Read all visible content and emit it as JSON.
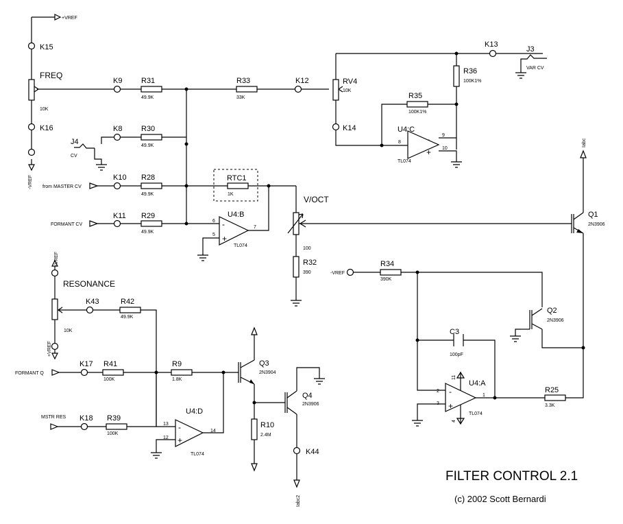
{
  "title": "FILTER CONTROL 2.1",
  "copyright": "(c) 2002 Scott Bernardi",
  "supplies": {
    "pos": "+VREF",
    "neg": "-VREF",
    "pos_v": "+VREF",
    "neg_v": "-VREF",
    "neg_r34": "-VREF",
    "neg_res": "-VREF",
    "pos_res": "+VREF"
  },
  "controls": {
    "freq": "FREQ",
    "resonance": "RESONANCE",
    "freq_val": "10K",
    "res_val": "10K",
    "voct": "V/OCT",
    "voct_val": "100"
  },
  "inputs": {
    "master_cv": "from MASTER CV",
    "formant_cv": "FORMANT CV",
    "formant_q": "FORMANT Q",
    "mstr_res": "MSTR RES",
    "cv": "CV",
    "var_cv": "VAR CV"
  },
  "outputs": {
    "iabc": "Iabc",
    "iabc2": "Iabc2"
  },
  "connectors": {
    "k15": "K15",
    "k16": "K16",
    "k9": "K9",
    "k8": "K8",
    "k10": "K10",
    "k11": "K11",
    "k12": "K12",
    "k13": "K13",
    "k14": "K14",
    "k43": "K43",
    "k17": "K17",
    "k18": "K18",
    "k44": "K44",
    "j3": "J3",
    "j4": "J4"
  },
  "resistors": {
    "r31": {
      "ref": "R31",
      "val": "49.9K"
    },
    "r30": {
      "ref": "R30",
      "val": "49.9K"
    },
    "r28": {
      "ref": "R28",
      "val": "49.9K"
    },
    "r29": {
      "ref": "R29",
      "val": "49.9K"
    },
    "r33": {
      "ref": "R33",
      "val": "33K"
    },
    "r36": {
      "ref": "R36",
      "val": "100K1%"
    },
    "r35": {
      "ref": "R35",
      "val": "100K1%"
    },
    "rv4": {
      "ref": "RV4",
      "val": "10K"
    },
    "rtc1": {
      "ref": "RTC1",
      "val": "1K"
    },
    "r32": {
      "ref": "R32",
      "val": "390"
    },
    "r34": {
      "ref": "R34",
      "val": "390K"
    },
    "r42": {
      "ref": "R42",
      "val": "49.9K"
    },
    "r41": {
      "ref": "R41",
      "val": "100K"
    },
    "r9": {
      "ref": "R9",
      "val": "1.8K"
    },
    "r39": {
      "ref": "R39",
      "val": "100K"
    },
    "r10": {
      "ref": "R10",
      "val": "2.4M"
    },
    "r25": {
      "ref": "R25",
      "val": "3.3K"
    }
  },
  "capacitors": {
    "c3": {
      "ref": "C3",
      "val": "100pF"
    }
  },
  "opamps": {
    "u4a": {
      "ref": "U4:A",
      "part": "TL074",
      "pin_inv": "2",
      "pin_non": "3",
      "pin_out": "1",
      "pin_vp": "11",
      "pin_vn": "4"
    },
    "u4b": {
      "ref": "U4:B",
      "part": "TL074",
      "pin_inv": "6",
      "pin_non": "5",
      "pin_out": "7"
    },
    "u4c": {
      "ref": "U4:C",
      "part": "TL074",
      "pin_inv": "9",
      "pin_non": "10",
      "pin_out": "8"
    },
    "u4d": {
      "ref": "U4:D",
      "part": "TL074",
      "pin_inv": "13",
      "pin_non": "12",
      "pin_out": "14"
    }
  },
  "transistors": {
    "q1": {
      "ref": "Q1",
      "part": "2N3906"
    },
    "q2": {
      "ref": "Q2",
      "part": "2N3906"
    },
    "q3": {
      "ref": "Q3",
      "part": "2N3904"
    },
    "q4": {
      "ref": "Q4",
      "part": "2N3906"
    }
  },
  "symbols": {
    "minus": "-",
    "plus": "+"
  }
}
